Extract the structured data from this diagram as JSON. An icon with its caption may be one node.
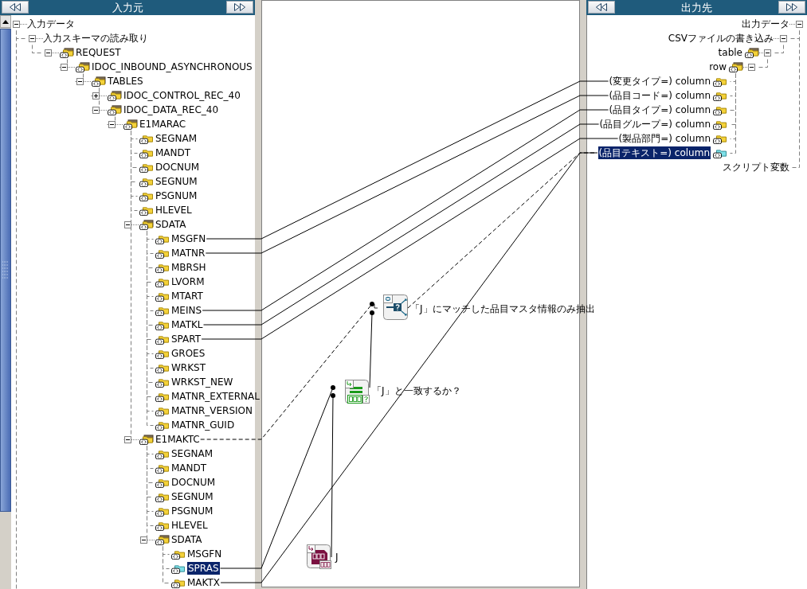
{
  "diagram": {
    "nodes": [
      {
        "text": [
          "入力元"
        ]
      },
      {
        "text": [
          "入力データ"
        ],
        "in": 0
      },
      {
        "text": [
          "入力スキーマの読み取り"
        ],
        "in": 0
      },
      {
        "text": [
          "REQUEST"
        ],
        "in": 0
      },
      {
        "text": [
          "IDOC_INBOUND_ASYNCHRONOUS"
        ],
        "in": 0
      },
      {
        "text": [
          "TABLES"
        ],
        "in": 0
      },
      {
        "text": [
          "IDOC_CONTROL_REC_40"
        ],
        "in": 0
      },
      {
        "text": [
          "IDOC_DATA_REC_40"
        ],
        "in": 0
      },
      {
        "text": [
          "E1MARAC"
        ],
        "in": 0
      },
      {
        "text": [
          "SEGNAM"
        ],
        "in": 0
      },
      {
        "text": [
          "MANDT"
        ],
        "in": 0
      },
      {
        "text": [
          "DOCNUM"
        ],
        "in": 0
      },
      {
        "text": [
          "SEGNUM"
        ],
        "in": 0
      },
      {
        "text": [
          "PSGNUM"
        ],
        "in": 0
      },
      {
        "text": [
          "HLEVEL"
        ],
        "in": 0
      },
      {
        "text": [
          "SDATA"
        ],
        "in": 0
      },
      {
        "text": [
          "MSGFN"
        ],
        "in": 0
      },
      {
        "text": [
          "MATNR"
        ],
        "in": 0
      },
      {
        "text": [
          "MBRSH"
        ],
        "in": 0
      },
      {
        "text": [
          "LVORM"
        ],
        "in": 0
      },
      {
        "text": [
          "MTART"
        ],
        "in": 0
      },
      {
        "text": [
          "MEINS"
        ],
        "in": 0
      },
      {
        "text": [
          "MATKL"
        ],
        "in": 0
      },
      {
        "text": [
          "SPART"
        ],
        "in": 0
      },
      {
        "text": [
          "GROES"
        ],
        "in": 0
      },
      {
        "text": [
          "WRKST"
        ],
        "in": 0
      },
      {
        "text": [
          "WRKST_NEW"
        ],
        "in": 0
      },
      {
        "text": [
          "MATNR_EXTERNAL"
        ],
        "in": 0
      },
      {
        "text": [
          "MATNR_VERSION"
        ],
        "in": 0
      },
      {
        "text": [
          "MATNR_GUID"
        ],
        "in": 0
      },
      {
        "text": [
          "E1MAKTC"
        ],
        "in": 0
      },
      {
        "text": [
          "SEGNAM"
        ],
        "in": 0
      },
      {
        "text": [
          "MANDT"
        ],
        "in": 0
      },
      {
        "text": [
          "DOCNUM"
        ],
        "in": 0
      },
      {
        "text": [
          "SEGNUM"
        ],
        "in": 0
      },
      {
        "text": [
          "PSGNUM"
        ],
        "in": 0
      },
      {
        "text": [
          "HLEVEL"
        ],
        "in": 0
      },
      {
        "text": [
          "SDATA"
        ],
        "in": 0
      },
      {
        "text": [
          "MSGFN"
        ],
        "in": 0
      },
      {
        "text": [
          "SPRAS"
        ],
        "in": 0
      },
      {
        "text": [
          "MAKTX"
        ],
        "in": 0
      },
      {
        "text": [
          "出力先"
        ]
      },
      {
        "text": [
          "出力データ"
        ],
        "in": 41
      },
      {
        "text": [
          "CSVファイルの書き込み"
        ],
        "in": 41
      },
      {
        "text": [
          "table"
        ],
        "in": 41
      },
      {
        "text": [
          "row"
        ],
        "in": 41
      },
      {
        "text": [
          "(変更タイプ=) column"
        ],
        "in": 41
      },
      {
        "text": [
          "(品目コード=) column"
        ],
        "in": 41
      },
      {
        "text": [
          "(品目タイプ=) column"
        ],
        "in": 41
      },
      {
        "text": [
          "(品目グループ=) column"
        ],
        "in": 41
      },
      {
        "text": [
          "(製品部門=) column"
        ],
        "in": 41
      },
      {
        "text": [
          "(品目テキスト=) column"
        ],
        "in": 41
      },
      {
        "text": [
          "スクリプト変数"
        ],
        "in": 41
      },
      {
        "text": [],
        "shape": "picture",
        "beside": [
          "「J」にマッチした品目マスタ情報のみ抽出"
        ]
      },
      {
        "text": [],
        "shape": "picture",
        "beside": [
          "「J」と一致するか？"
        ]
      },
      {
        "text": [],
        "shape": "picture",
        "beside": [
          "J"
        ]
      }
    ],
    "edges": [
      {
        "from": 16,
        "to": 46,
        "arrow": "none",
        "color": "#000000"
      },
      {
        "from": 17,
        "to": 47,
        "arrow": "none",
        "color": "#000000"
      },
      {
        "from": 21,
        "to": 48,
        "arrow": "none",
        "color": "#000000"
      },
      {
        "from": 22,
        "to": 49,
        "arrow": "none",
        "color": "#000000"
      },
      {
        "from": 23,
        "to": 50,
        "arrow": "none",
        "color": "#000000"
      },
      {
        "from": 30,
        "to": 53,
        "arrow": "other",
        "style": "dashed",
        "color": "#000000"
      },
      {
        "from": 53,
        "to": 51,
        "arrow": "none",
        "style": "dashed",
        "color": "#000000"
      },
      {
        "from": 40,
        "to": 51,
        "arrow": "none",
        "color": "#000000"
      },
      {
        "from": 39,
        "to": 54,
        "arrow": "other",
        "color": "#000000"
      },
      {
        "from": 55,
        "to": 54,
        "arrow": "other",
        "color": "#000000"
      },
      {
        "from": 54,
        "to": 53,
        "arrow": "other",
        "color": "#000000"
      },
      {
        "from": 1,
        "to": 2,
        "arrow": "none",
        "style": "dashed",
        "color": "#808080"
      },
      {
        "from": 1,
        "to": null,
        "arrow": "none",
        "style": "dashed",
        "color": "#808080"
      },
      {
        "from": 2,
        "to": 3,
        "arrow": "none",
        "style": "dashed",
        "color": "#808080"
      },
      {
        "from": 3,
        "to": 4,
        "arrow": "none",
        "style": "dashed",
        "color": "#808080"
      },
      {
        "from": 4,
        "to": 5,
        "arrow": "none",
        "style": "dashed",
        "color": "#808080"
      },
      {
        "from": 5,
        "to": 6,
        "arrow": "none",
        "style": "dashed",
        "color": "#808080"
      },
      {
        "from": 5,
        "to": 7,
        "arrow": "none",
        "style": "dashed",
        "color": "#808080"
      },
      {
        "from": 7,
        "to": 8,
        "arrow": "none",
        "style": "dashed",
        "color": "#808080"
      },
      {
        "from": 8,
        "to": 9,
        "arrow": "none",
        "style": "dashed",
        "color": "#808080"
      },
      {
        "from": 8,
        "to": 10,
        "arrow": "none",
        "style": "dashed",
        "color": "#808080"
      },
      {
        "from": 8,
        "to": 11,
        "arrow": "none",
        "style": "dashed",
        "color": "#808080"
      },
      {
        "from": 8,
        "to": 12,
        "arrow": "none",
        "style": "dashed",
        "color": "#808080"
      },
      {
        "from": 8,
        "to": 13,
        "arrow": "none",
        "style": "dashed",
        "color": "#808080"
      },
      {
        "from": 8,
        "to": 14,
        "arrow": "none",
        "style": "dashed",
        "color": "#808080"
      },
      {
        "from": 8,
        "to": 15,
        "arrow": "none",
        "style": "dashed",
        "color": "#808080"
      },
      {
        "from": 15,
        "to": 16,
        "arrow": "none",
        "style": "dashed",
        "color": "#808080"
      },
      {
        "from": 15,
        "to": 17,
        "arrow": "none",
        "style": "dashed",
        "color": "#808080"
      },
      {
        "from": 15,
        "to": 18,
        "arrow": "none",
        "style": "dashed",
        "color": "#808080"
      },
      {
        "from": 15,
        "to": 19,
        "arrow": "none",
        "style": "dashed",
        "color": "#808080"
      },
      {
        "from": 15,
        "to": 20,
        "arrow": "none",
        "style": "dashed",
        "color": "#808080"
      },
      {
        "from": 15,
        "to": 21,
        "arrow": "none",
        "style": "dashed",
        "color": "#808080"
      },
      {
        "from": 15,
        "to": 22,
        "arrow": "none",
        "style": "dashed",
        "color": "#808080"
      },
      {
        "from": 15,
        "to": 23,
        "arrow": "none",
        "style": "dashed",
        "color": "#808080"
      },
      {
        "from": 15,
        "to": 24,
        "arrow": "none",
        "style": "dashed",
        "color": "#808080"
      },
      {
        "from": 15,
        "to": 25,
        "arrow": "none",
        "style": "dashed",
        "color": "#808080"
      },
      {
        "from": 15,
        "to": 26,
        "arrow": "none",
        "style": "dashed",
        "color": "#808080"
      },
      {
        "from": 15,
        "to": 27,
        "arrow": "none",
        "style": "dashed",
        "color": "#808080"
      },
      {
        "from": 15,
        "to": 28,
        "arrow": "none",
        "style": "dashed",
        "color": "#808080"
      },
      {
        "from": 15,
        "to": 29,
        "arrow": "none",
        "style": "dashed",
        "color": "#808080"
      },
      {
        "from": 8,
        "to": 30,
        "arrow": "none",
        "style": "dashed",
        "color": "#808080"
      },
      {
        "from": 30,
        "to": 31,
        "arrow": "none",
        "style": "dashed",
        "color": "#808080"
      },
      {
        "from": 30,
        "to": 32,
        "arrow": "none",
        "style": "dashed",
        "color": "#808080"
      },
      {
        "from": 30,
        "to": 33,
        "arrow": "none",
        "style": "dashed",
        "color": "#808080"
      },
      {
        "from": 30,
        "to": 34,
        "arrow": "none",
        "style": "dashed",
        "color": "#808080"
      },
      {
        "from": 30,
        "to": 35,
        "arrow": "none",
        "style": "dashed",
        "color": "#808080"
      },
      {
        "from": 30,
        "to": 36,
        "arrow": "none",
        "style": "dashed",
        "color": "#808080"
      },
      {
        "from": 30,
        "to": 37,
        "arrow": "none",
        "style": "dashed",
        "color": "#808080"
      },
      {
        "from": 37,
        "to": 38,
        "arrow": "none",
        "style": "dashed",
        "color": "#808080"
      },
      {
        "from": 37,
        "to": 39,
        "arrow": "none",
        "style": "dashed",
        "color": "#808080"
      },
      {
        "from": 37,
        "to": 40,
        "arrow": "none",
        "style": "dashed",
        "color": "#808080"
      },
      {
        "from": 42,
        "to": 43,
        "arrow": "none",
        "style": "dashed",
        "color": "#808080"
      },
      {
        "from": 43,
        "to": 44,
        "arrow": "none",
        "style": "dashed",
        "color": "#808080"
      },
      {
        "from": 44,
        "to": 45,
        "arrow": "none",
        "style": "dashed",
        "color": "#808080"
      },
      {
        "from": 45,
        "to": 46,
        "arrow": "none",
        "style": "dashed",
        "color": "#808080"
      },
      {
        "from": 45,
        "to": 47,
        "arrow": "none",
        "style": "dashed",
        "color": "#808080"
      },
      {
        "from": 45,
        "to": 48,
        "arrow": "none",
        "style": "dashed",
        "color": "#808080"
      },
      {
        "from": 45,
        "to": 49,
        "arrow": "none",
        "style": "dashed",
        "color": "#808080"
      },
      {
        "from": 45,
        "to": 50,
        "arrow": "none",
        "style": "dashed",
        "color": "#808080"
      },
      {
        "from": 45,
        "to": 51,
        "arrow": "none",
        "style": "dashed",
        "color": "#808080"
      },
      {
        "from": 42,
        "to": 52,
        "arrow": "none",
        "style": "dashed",
        "color": "#808080"
      }
    ]
  }
}
